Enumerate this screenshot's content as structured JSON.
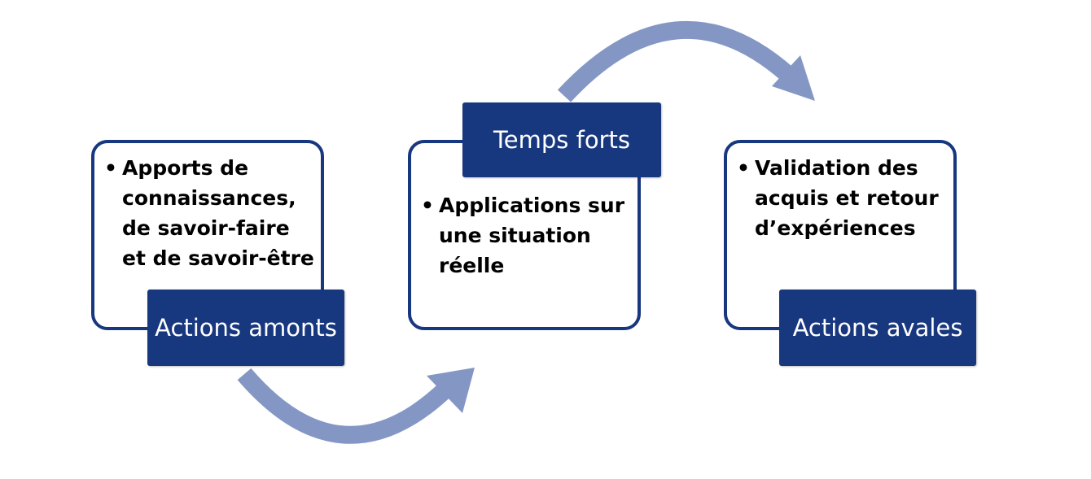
{
  "colors": {
    "box_border": "#17377f",
    "label_fill": "#17377f",
    "label_text": "#ffffff",
    "arrow": "#8497c4",
    "body_text": "#000000"
  },
  "stages": [
    {
      "label": "Actions amonts",
      "bullet": "Apports de connaissances, de savoir-faire et de savoir-être"
    },
    {
      "label": "Temps forts",
      "bullet": "Applications sur une situation réelle"
    },
    {
      "label": "Actions avales",
      "bullet": "Validation des acquis et retour d’expériences"
    }
  ]
}
